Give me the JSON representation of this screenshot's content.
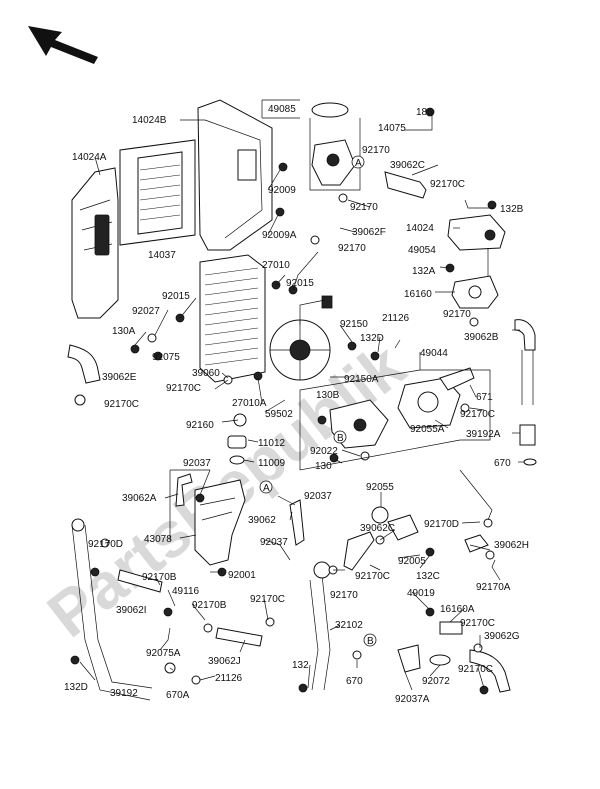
{
  "watermark": "PartsRepublik",
  "labels": {
    "l186": "186",
    "l49085": "49085",
    "l14075": "14075",
    "l14024B": "14024B",
    "l14024A": "14024A",
    "l92170_a": "92170",
    "l39062C": "39062C",
    "l92170C_a": "92170C",
    "l92009": "92009",
    "l92170_b": "92170",
    "l14024_r": "14024",
    "l132B": "132B",
    "l92009A": "92009A",
    "l39062F": "39062F",
    "l14037": "14037",
    "l92170_c": "92170",
    "l49054": "49054",
    "l27010": "27010",
    "l132A": "132A",
    "l92015_a": "92015",
    "l92015_b": "92015",
    "l16160": "16160",
    "l92027": "92027",
    "l130A": "130A",
    "l92150": "92150",
    "l21126_a": "21126",
    "l92170_d": "92170",
    "l92075": "92075",
    "l132D_a": "132D",
    "l49044": "49044",
    "l39062B": "39062B",
    "l39060": "39060",
    "l39062E": "39062E",
    "l92170C_b": "92170C",
    "l92150A": "92150A",
    "l92170C_c": "92170C",
    "l130B": "130B",
    "l27010A": "27010A",
    "l59502": "59502",
    "l671": "671",
    "l92170C_d": "92170C",
    "l92160": "92160",
    "l11012": "11012",
    "l92055A": "92055A",
    "l39192A": "39192A",
    "l92022": "92022",
    "l11009": "11009",
    "l130": "130",
    "l670_a": "670",
    "l92037_a": "92037",
    "l92055": "92055",
    "l39062A": "39062A",
    "l92037_b": "92037",
    "l39062": "39062",
    "l92170D_a": "92170D",
    "l43078": "43078",
    "l92037_c": "92037",
    "l39062C_b": "39062C",
    "l92005": "92005",
    "l39062H": "39062H",
    "l92170D_b": "92170D",
    "l92001": "92001",
    "l92170_e": "92170",
    "l92170C_e": "92170C",
    "l132C": "132C",
    "l92170B_a": "92170B",
    "l49116": "49116",
    "l92170A": "92170A",
    "l39062I": "39062I",
    "l92170B_b": "92170B",
    "l92170C_f": "92170C",
    "l49019": "49019",
    "l16160A": "16160A",
    "l92170C_g": "92170C",
    "l32102": "32102",
    "l39062G": "39062G",
    "l92075A": "92075A",
    "l39062J": "39062J",
    "l132D_b": "132D",
    "l39192": "39192",
    "l670A": "670A",
    "l21126_b": "21126",
    "l132": "132",
    "l670_b": "670",
    "l92072": "92072",
    "l92170C_h": "92170C",
    "l92037A": "92037A",
    "refA1": "A",
    "refB1": "B",
    "refA2": "A",
    "refB2": "B"
  }
}
